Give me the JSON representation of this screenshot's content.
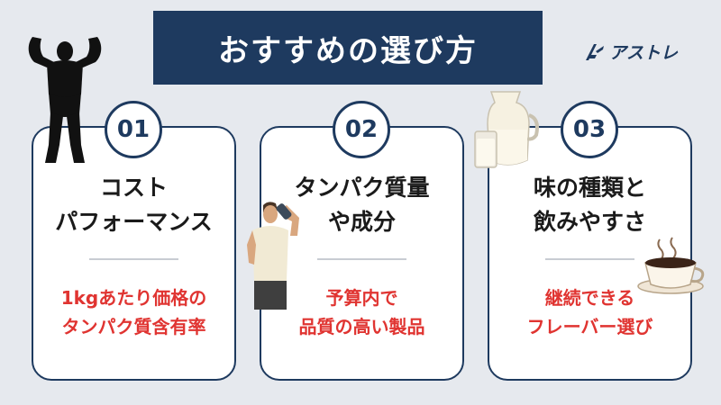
{
  "title": "おすすめの選び方",
  "brand": {
    "name": "アストレ"
  },
  "cards": [
    {
      "number": "01",
      "heading": [
        "コスト",
        "パフォーマンス"
      ],
      "description": [
        "1kgあたり価格の",
        "タンパク質含有率"
      ]
    },
    {
      "number": "02",
      "heading": [
        "タンパク質量",
        "や成分"
      ],
      "description": [
        "予算内で",
        "品質の高い製品"
      ]
    },
    {
      "number": "03",
      "heading": [
        "味の種類と",
        "飲みやすさ"
      ],
      "description": [
        "継続できる",
        "フレーバー選び"
      ]
    }
  ],
  "colors": {
    "navy": "#1e3a5f",
    "accent_red": "#e03431",
    "background": "#e6e9ee"
  },
  "icons": [
    "bodybuilder-silhouette-icon",
    "brand-logo-icon",
    "protein-drinker-icon",
    "milk-pitcher-icon",
    "coffee-cup-icon"
  ]
}
